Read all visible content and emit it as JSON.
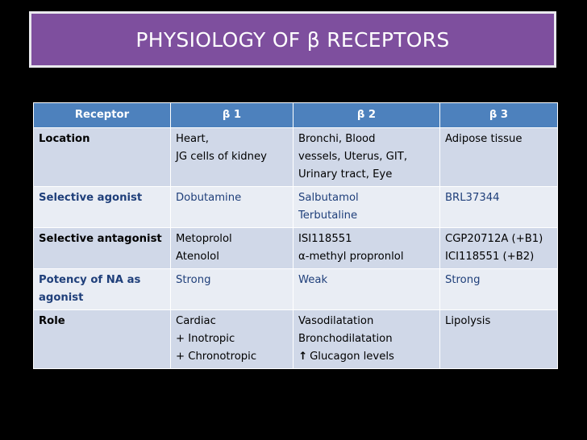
{
  "title": "PHYSIOLOGY OF β RECEPTORS",
  "table": {
    "headers": [
      "Receptor",
      "β 1",
      "β 2",
      "β 3"
    ],
    "rows": [
      {
        "label": "Location",
        "b1": [
          "Heart,",
          "JG cells of kidney"
        ],
        "b2": [
          "Bronchi, Blood",
          "vessels, Uterus, GIT,",
          "Urinary tract, Eye"
        ],
        "b3": [
          "Adipose tissue"
        ]
      },
      {
        "label": "Selective agonist",
        "b1": [
          "Dobutamine"
        ],
        "b2": [
          "Salbutamol",
          "Terbutaline"
        ],
        "b3": [
          "BRL37344"
        ]
      },
      {
        "label": "Selective antagonist",
        "b1": [
          "Metoprolol",
          "Atenolol"
        ],
        "b2": [
          "ISI118551",
          "α-methyl propronlol"
        ],
        "b3": [
          "CGP20712A (+B1)",
          "ICI118551 (+B2)"
        ]
      },
      {
        "label_lines": [
          "Potency of NA as",
          "agonist"
        ],
        "b1": [
          "Strong"
        ],
        "b2": [
          "Weak"
        ],
        "b3": [
          "Strong"
        ]
      },
      {
        "label": "Role",
        "b1": [
          "Cardiac",
          "+ Inotropic",
          "+ Chronotropic"
        ],
        "b2": [
          "Vasodilatation",
          "Bronchodilatation",
          "Glucagon levels"
        ],
        "b3": [
          "Lipolysis"
        ]
      }
    ]
  },
  "colors": {
    "title_bg": "#7e4f9e",
    "header_bg": "#4d81bd",
    "row_dark": "#d0d8e8",
    "row_light": "#e9edf4",
    "blue_text": "#1f3f7a"
  },
  "icons": {
    "role_b2_line3": "up-arrow-icon"
  }
}
